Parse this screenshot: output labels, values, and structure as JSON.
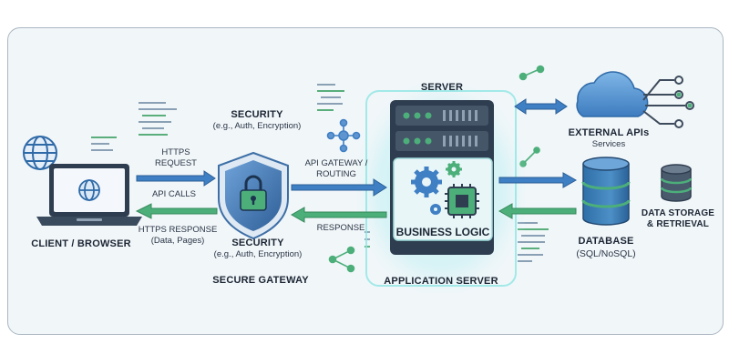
{
  "labels": {
    "client": "CLIENT / BROWSER",
    "https_request_1": "HTTPS",
    "https_request_2": "REQUEST",
    "api_calls": "API CALLS",
    "https_response_1": "HTTPS RESPONSE",
    "https_response_2": "(Data, Pages)",
    "security_top_title": "SECURITY",
    "security_top_sub": "(e.g., Auth, Encryption)",
    "security_bottom_title": "SECURITY",
    "security_bottom_sub": "(e.g., Auth, Encryption)",
    "secure_gateway": "SECURE GATEWAY",
    "api_gateway_1": "API GATEWAY /",
    "api_gateway_2": "ROUTING",
    "response": "RESPONSE",
    "server": "SERVER",
    "business_logic": "BUSINESS LOGIC",
    "application_server": "APPLICATION SERVER",
    "external_apis": "EXTERNAL APIs",
    "services": "Services",
    "database": "DATABASE",
    "database_sub": "(SQL/NoSQL)",
    "data_storage_1": "DATA STORAGE",
    "data_storage_2": "& RETRIEVAL"
  },
  "icons": [
    "globe-icon",
    "laptop-icon",
    "shield-lock-icon",
    "network-node-icon",
    "server-rack-icon",
    "gear-icon",
    "chip-icon",
    "cloud-icon",
    "database-icon",
    "code-snippet-icon",
    "arrow-icon"
  ],
  "colors": {
    "blue_arrow": "#3f7fc4",
    "green_arrow": "#4caf7a",
    "server_glow": "#7fe3e6",
    "shield": "#4a7fc0",
    "dark_navy": "#2e3d4f"
  }
}
